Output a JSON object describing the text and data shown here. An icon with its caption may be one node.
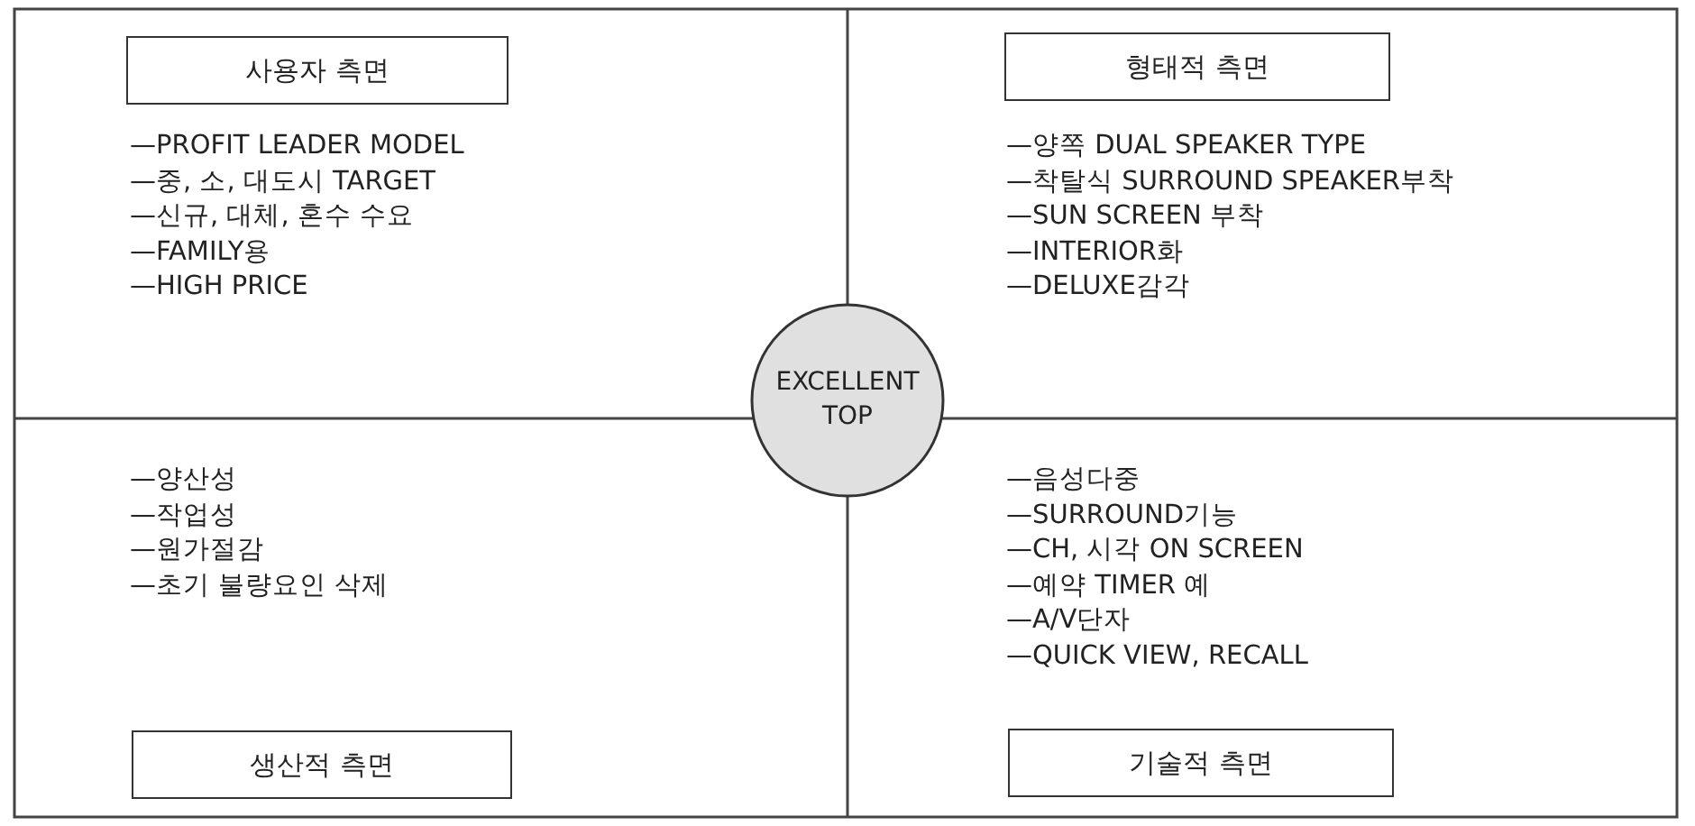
{
  "diagram": {
    "nodes": [
      {
        "text": [
          "사용자 측면"
        ]
      },
      {
        "text": [
          "형태적 측면"
        ]
      },
      {
        "text": [
          "EXCELLENT TOP"
        ]
      },
      {
        "text": [
          "생산적 측면"
        ]
      },
      {
        "text": [
          "기술적 측면"
        ]
      }
    ],
    "labels": [
      "—PROFIT LEADER MODEL",
      "—중, 소, 대도시 TARGET",
      "—신규, 대체, 혼수 수요",
      "—FAMILY용",
      "—HIGH PRICE",
      "—양쪽 DUAL SPEAKER TYPE",
      "—착탈식 SURROUND SPEAKER부착",
      "—SUN SCREEN 부착",
      "—INTERIOR화",
      "—DELUXE감각",
      "—양산성",
      "—작업성",
      "—원가절감",
      "—초기 불량요인 삭제",
      "—음성다중",
      "—SURROUND기능",
      "—CH, 시각 ON SCREEN",
      "—예약 TIMER 예",
      "—A/V단자",
      "—QUICK VIEW, RECALL"
    ]
  }
}
